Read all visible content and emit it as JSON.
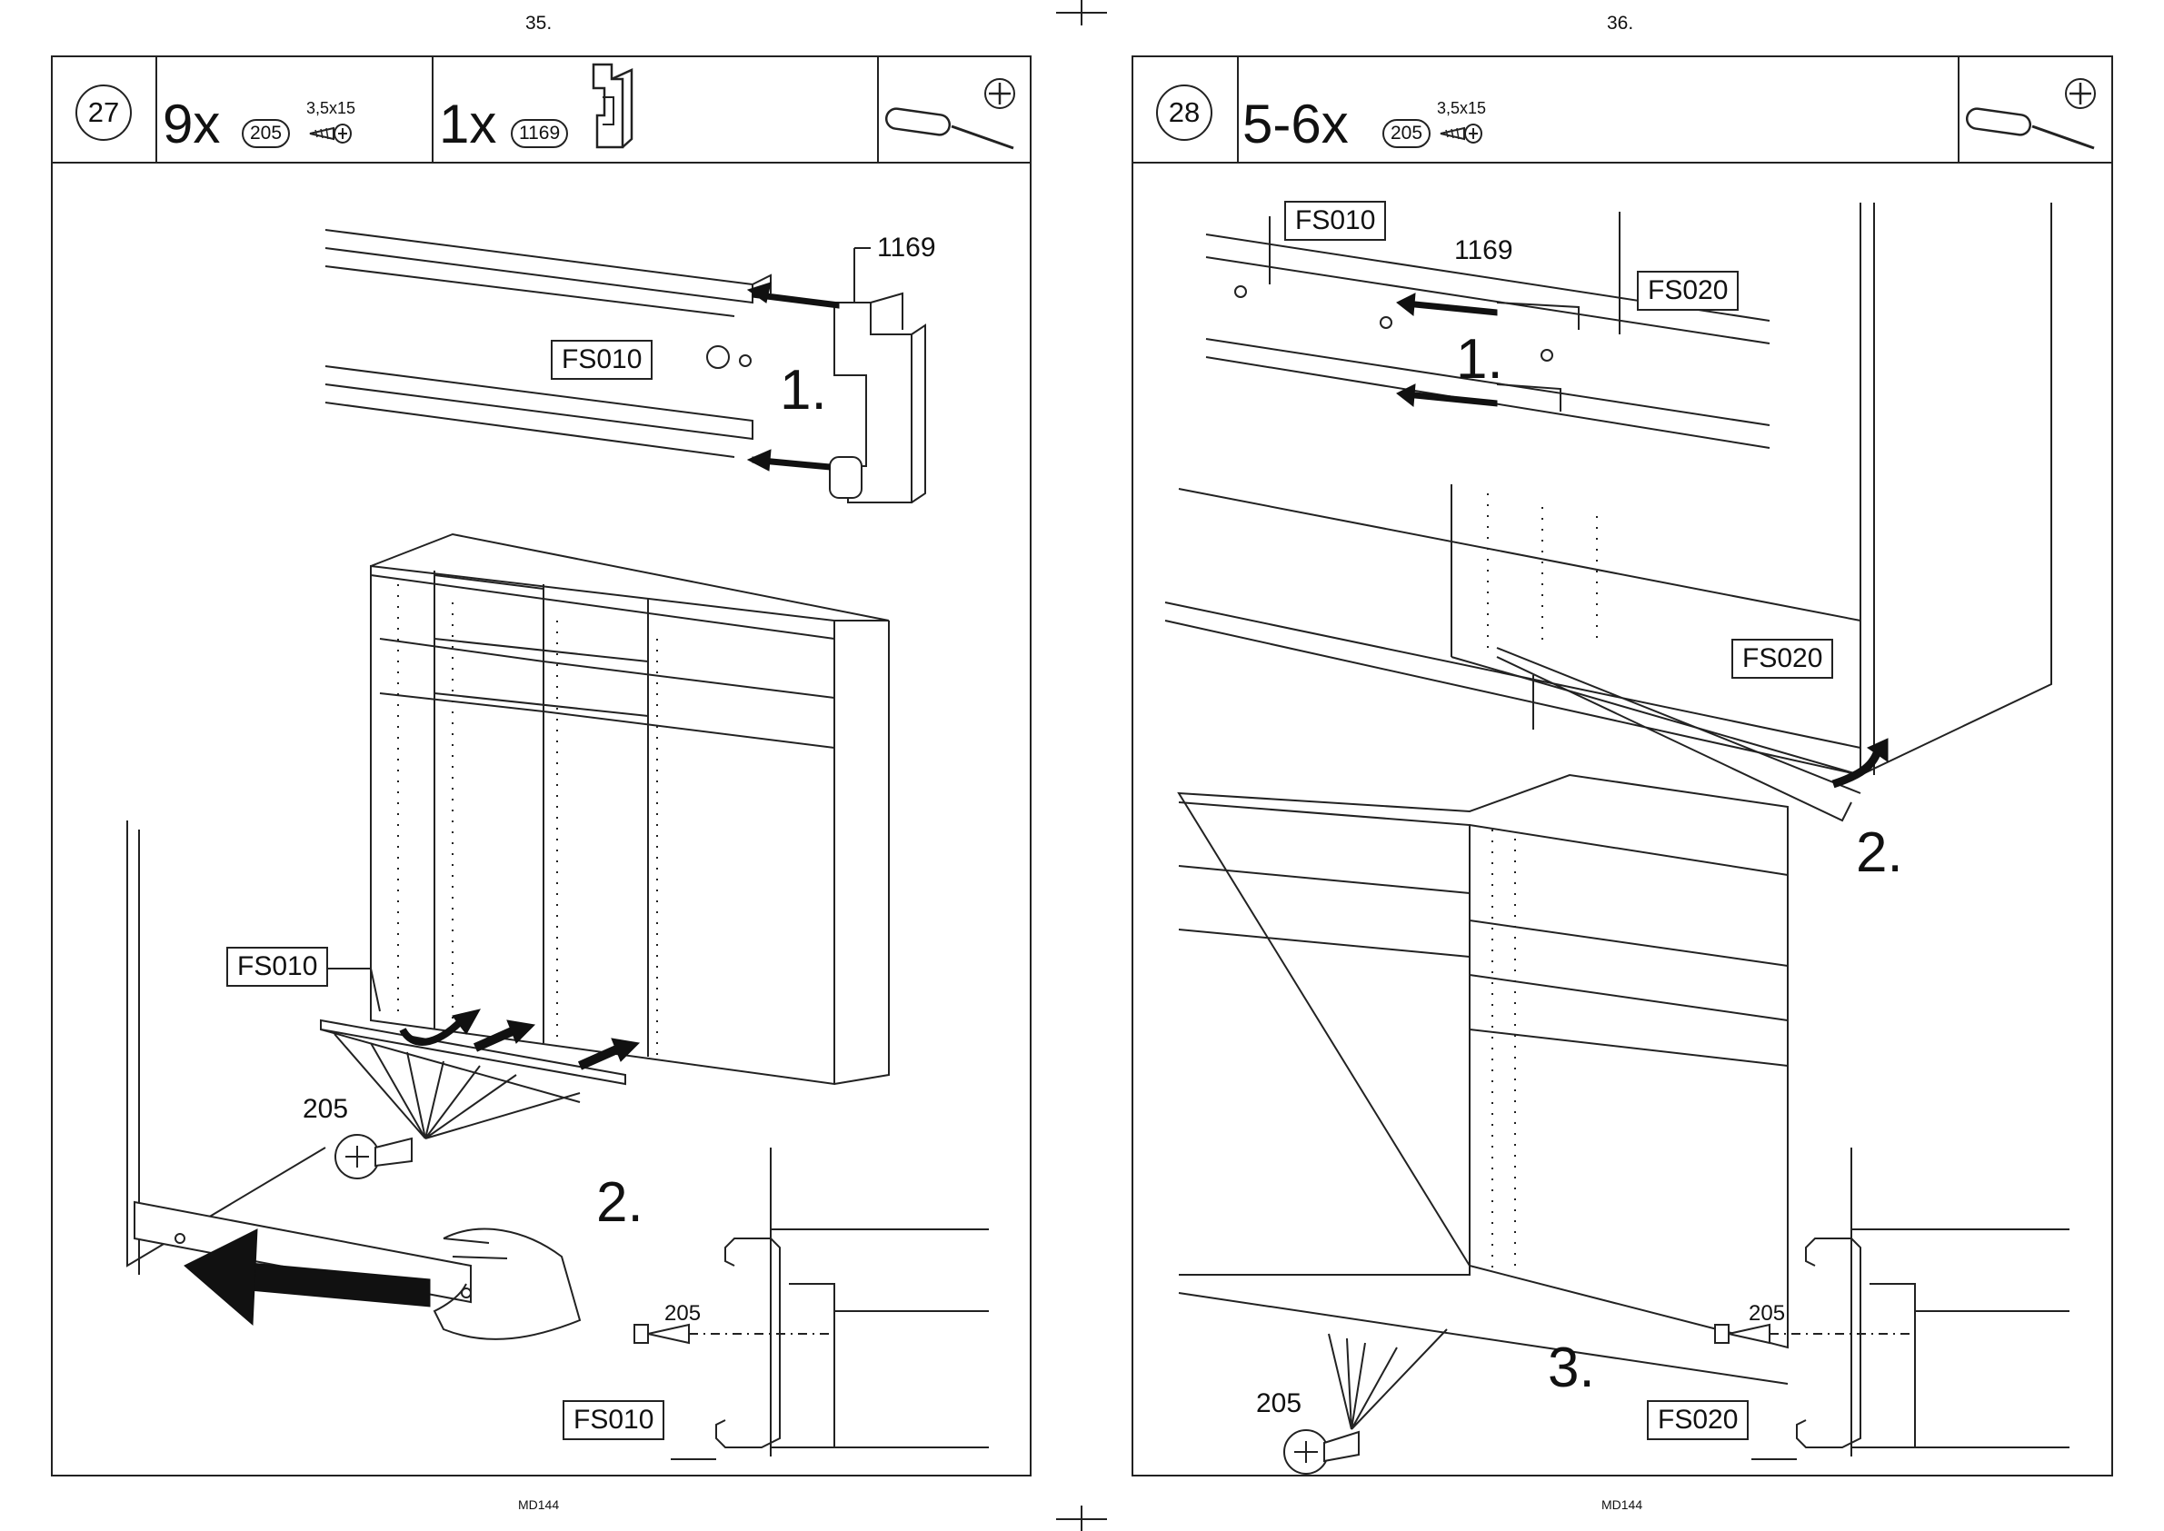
{
  "pages": [
    {
      "page_number": "35.",
      "footer": "MD144",
      "step": "27",
      "parts": [
        {
          "qty": "9x",
          "part_id": "205",
          "dimension": "3,5x15"
        },
        {
          "qty": "1x",
          "part_id": "1169"
        }
      ],
      "tool": "screwdriver-phillips",
      "labels": {
        "clip_part": "1169",
        "rail_top": "FS010",
        "rail_left": "FS010",
        "rail_detail": "FS010",
        "screw_main": "205",
        "screw_detail": "205",
        "sub1": "1.",
        "sub2": "2."
      }
    },
    {
      "page_number": "36.",
      "footer": "MD144",
      "step": "28",
      "parts": [
        {
          "qty": "5-6x",
          "part_id": "205",
          "dimension": "3,5x15"
        }
      ],
      "tool": "screwdriver-phillips",
      "labels": {
        "rail_a": "FS010",
        "clip_part": "1169",
        "rail_b": "FS020",
        "rail_c": "FS020",
        "rail_detail": "FS020",
        "screw_main": "205",
        "screw_detail": "205",
        "sub1": "1.",
        "sub2": "2.",
        "sub3": "3."
      }
    }
  ]
}
